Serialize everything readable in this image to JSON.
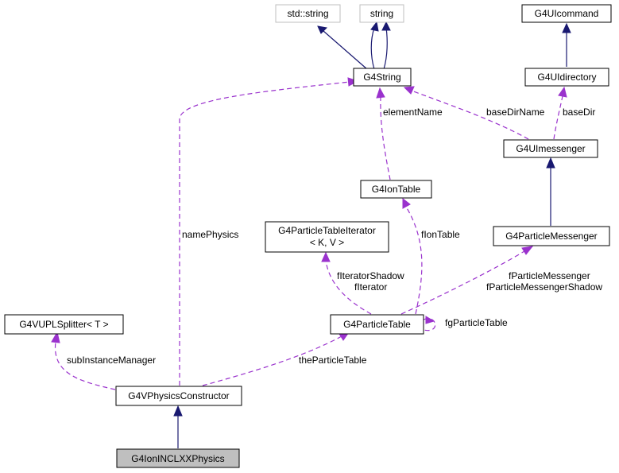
{
  "colors": {
    "inheritance_edge": "#191970",
    "usage_edge": "#9a32cd",
    "node_border": "#000000",
    "external_node_border": "#bfbfbf",
    "focus_node_fill": "#bfbfbf"
  },
  "nodes": {
    "std_string": "std::string",
    "string": "string",
    "g4uicommand": "G4UIcommand",
    "g4string": "G4String",
    "g4uidirectory": "G4UIdirectory",
    "g4uimessenger": "G4UImessenger",
    "g4iontable": "G4IonTable",
    "g4particletableiterator_line1": "G4ParticleTableIterator",
    "g4particletableiterator_line2": "< K, V >",
    "g4particlemessenger": "G4ParticleMessenger",
    "g4vuplsplitter": "G4VUPLSplitter< T >",
    "g4particletable": "G4ParticleTable",
    "g4vphysicsconstructor": "G4VPhysicsConstructor",
    "g4ionianclxxphysics": "G4IonINCLXXPhysics"
  },
  "edge_labels": {
    "element_name": "elementName",
    "base_dir_name": "baseDirName",
    "base_dir": "baseDir",
    "name_physics": "namePhysics",
    "f_ion_table": "fIonTable",
    "f_iterator_shadow": "fIteratorShadow",
    "f_iterator": "fIterator",
    "f_particle_messenger": "fParticleMessenger",
    "f_particle_messenger_shadow": "fParticleMessengerShadow",
    "fg_particle_table": "fgParticleTable",
    "sub_instance_manager": "subInstanceManager",
    "the_particle_table": "theParticleTable"
  }
}
